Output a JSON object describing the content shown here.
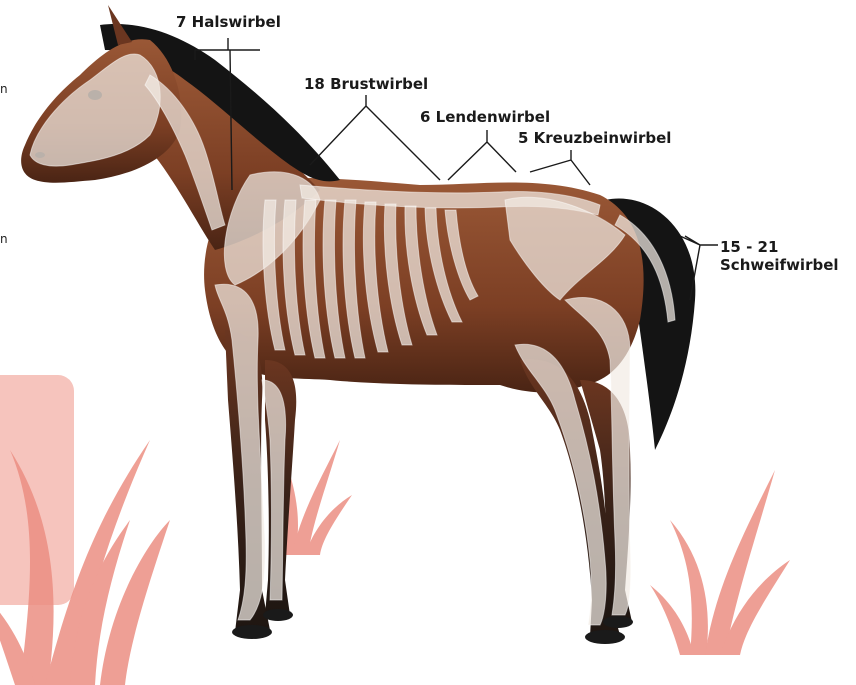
{
  "labels": {
    "cervical": "7 Halswirbel",
    "thoracic": "18 Brustwirbel",
    "lumbar": "6 Lendenwirbel",
    "sacral": "5 Kreuzbeinwirbel",
    "caudal_count": "15 - 21",
    "caudal_name": "Schweifwirbel"
  },
  "edge_text": {
    "top": "n",
    "mid": "n"
  },
  "colors": {
    "coat": "#8a4a2c",
    "coat_dark": "#5a2c18",
    "mane": "#141414",
    "bone": "#f3ece4",
    "grass": "#ec8f83",
    "panel": "#f6c4bd",
    "line": "#1a1a1a"
  }
}
